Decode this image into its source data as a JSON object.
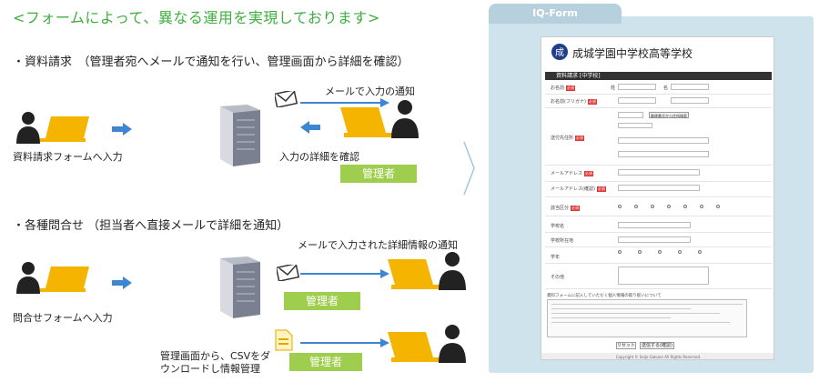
{
  "heading": "<フォームによって、異なる運用を実現しております>",
  "section1": {
    "title": "・資料請求　（管理者宛へメールで通知を行い、管理画面から詳細を確認）",
    "mail_notice": "メールで入力の通知",
    "user_label": "資料請求フォームへ入力",
    "detail_label": "入力の詳細を確認",
    "admin_label": "管理者"
  },
  "section2": {
    "title": "・各種問合せ （担当者へ直接メールで詳細を通知）",
    "mail_notice": "メールで入力された詳細情報の通知",
    "user_label": "問合せフォームへ入力",
    "admin_label_1": "管理者",
    "csv_label_1": "管理画面から、CSVをダ",
    "csv_label_2": "ウンロードし情報管理",
    "admin_label_2": "管理者"
  },
  "panel": {
    "tab_label": "IQ-Form",
    "school_name": "成城学園中学校高等学校",
    "bar_title": "資料請求 [中学校]",
    "fields": [
      "お名前",
      "お名前(フリガナ)",
      "送付先住所",
      "メールアドレス",
      "メールアドレス(確認)",
      "該当区分",
      "学校名",
      "学校所在地",
      "学年",
      "その他"
    ],
    "required_mark": "必須",
    "sei_label": "姓",
    "mei_label": "名",
    "address_button": "郵便番号から住所検索",
    "privacy_heading": "資料フォームに記入していただく個人情報の取り扱いについて",
    "reset_button": "リセット",
    "confirm_button": "送信する(確認)",
    "copyright": "Copyright © Seijo Gakuen All Rights Reserved."
  },
  "colors": {
    "heading_green": "#3fae3f",
    "admin_green": "#9fce4f",
    "laptop_yellow": "#f5b400",
    "arrow_blue": "#3d86d1",
    "panel_bg": "#cfe3ec",
    "required_red": "#d33333"
  },
  "icons": [
    "person-icon",
    "laptop-icon",
    "server-icon",
    "envelope-icon",
    "csv-file-icon",
    "arrow-right-icon",
    "arrow-left-icon",
    "chevron-right-icon",
    "school-logo-icon"
  ]
}
